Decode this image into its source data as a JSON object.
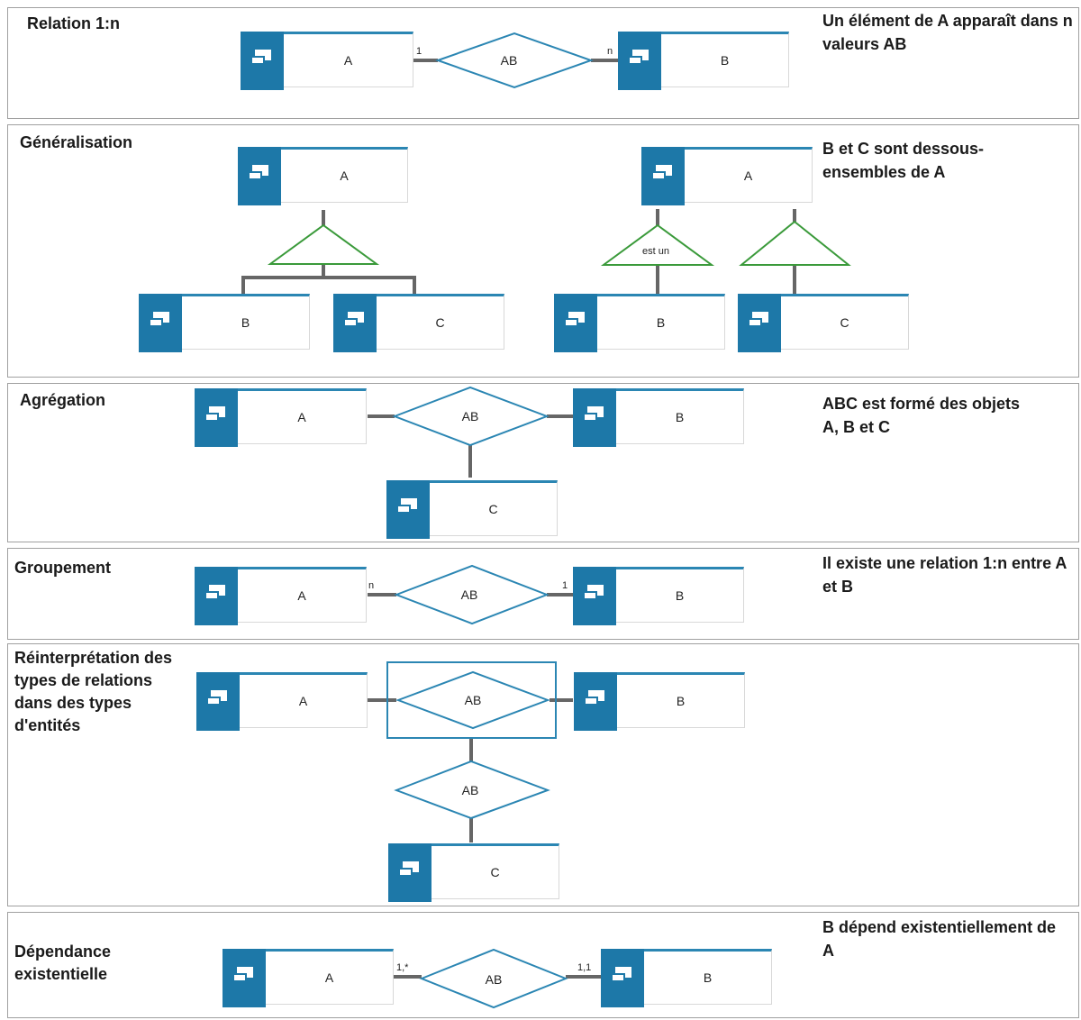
{
  "sections": [
    {
      "title": "Relation 1:n",
      "desc": "Un élément de A apparaît dans n valeurs AB"
    },
    {
      "title": "Généralisation",
      "desc": "B et C sont dessous- ensembles de A"
    },
    {
      "title": "Agrégation",
      "desc": "ABC est formé des objets A, B et C"
    },
    {
      "title": "Groupement",
      "desc": "Il existe une relation 1:n entre A et B"
    },
    {
      "title": "Réinterprétation des types de relations dans des types d'entités",
      "desc": ""
    },
    {
      "title": "Dépendance existentielle",
      "desc": "B dépend existentiellement de A"
    }
  ],
  "entities": {
    "a": "A",
    "b": "B",
    "c": "C"
  },
  "relations": {
    "ab": "AB",
    "isa": "est un"
  },
  "cardinalities": {
    "one": "1",
    "n": "n",
    "one_many": "1,*",
    "one_one": "1,1"
  },
  "colors": {
    "entity_blue": "#1d78a8",
    "diamond_blue": "#2b86b3",
    "triangle_green": "#3a9a3a",
    "connector_gray": "#666666"
  }
}
